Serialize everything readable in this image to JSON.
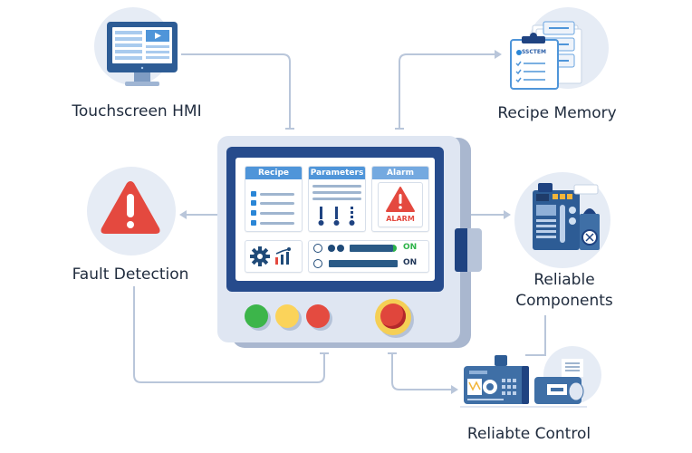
{
  "diagram": {
    "nodes": {
      "touchscreen_hmi": {
        "label": "Touchscreen HMI",
        "icon": "monitor-icon"
      },
      "recipe_memory": {
        "label": "Recipe Memory",
        "icon": "clipboard-database-icon",
        "clipboard_text": "SSCTEM"
      },
      "fault_detection": {
        "label": "Fault Detection",
        "icon": "warning-triangle-icon"
      },
      "reliable_components": {
        "label_line1": "Reliable",
        "label_line2": "Components",
        "icon": "control-cabinet-icon"
      },
      "reliable_control": {
        "label": "Reliabte Control",
        "icon": "controller-devices-icon"
      }
    },
    "hmi_panel": {
      "tabs": [
        {
          "label": "Recipe"
        },
        {
          "label": "Parameters"
        },
        {
          "label": "Alarm"
        }
      ],
      "alarm_text": "ALARM",
      "status_rows": [
        {
          "state": "ON",
          "color": "#2db34a"
        },
        {
          "state": "ON",
          "color": "#1f3557"
        }
      ],
      "indicator_lights": [
        {
          "name": "green",
          "color": "#3cb54a"
        },
        {
          "name": "yellow",
          "color": "#fbd35a"
        },
        {
          "name": "red",
          "color": "#e44b40"
        }
      ],
      "emergency_stop": {
        "color": "#e0463c",
        "ring": "#f5cf55"
      }
    },
    "colors": {
      "accent_blue": "#264b8c",
      "light_blue": "#4f95d9",
      "connector": "#b9c6da",
      "alert_red": "#e4493f",
      "node_bg": "#e6ecf5"
    }
  }
}
